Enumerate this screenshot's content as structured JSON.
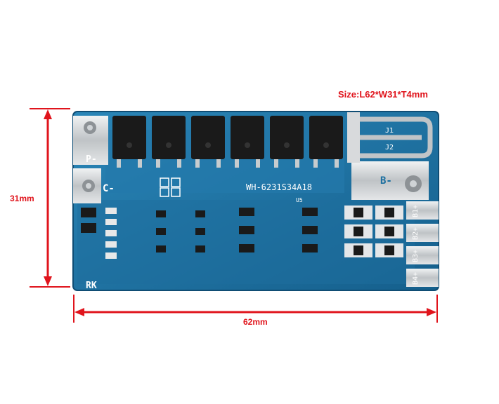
{
  "caption": {
    "size": "Size:L62*W31*T4mm"
  },
  "dimensions": {
    "height_label": "31mm",
    "width_label": "62mm"
  },
  "board": {
    "model": "WH-6231S34A18",
    "pads": {
      "p_minus": "P-",
      "c_minus": "C-",
      "b_minus": "B-"
    },
    "jumpers": [
      "J1",
      "J2"
    ],
    "cell_taps": [
      "B1+",
      "B2+",
      "B3+",
      "B4+"
    ],
    "marking_rk": "RK",
    "marking_u5": "U5"
  },
  "colors": {
    "dimension": "#e0141c",
    "pcb": "#1b6fa0",
    "pad": "#d8dadc",
    "component": "#1a1a1a"
  }
}
